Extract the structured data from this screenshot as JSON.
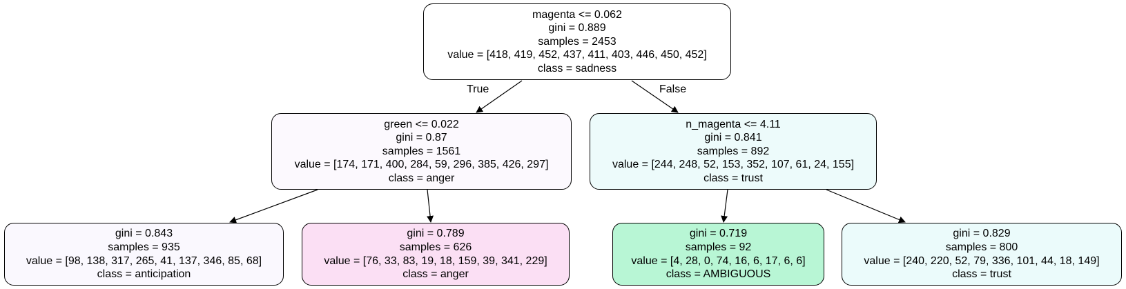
{
  "nodes": {
    "root": {
      "split": "magenta <= 0.062",
      "gini": "gini = 0.889",
      "samples": "samples = 2453",
      "value": "value = [418, 419, 452, 437, 411, 403, 446, 450, 452]",
      "class": "class = sadness",
      "fill": "#ffffff"
    },
    "left": {
      "split": "green <= 0.022",
      "gini": "gini = 0.87",
      "samples": "samples = 1561",
      "value": "value = [174, 171, 400, 284, 59, 296, 385, 426, 297]",
      "class": "class = anger",
      "fill": "#fcf9fe"
    },
    "right": {
      "split": "n_magenta <= 4.11",
      "gini": "gini = 0.841",
      "samples": "samples = 892",
      "value": "value = [244, 248, 52, 153, 352, 107, 61, 24, 155]",
      "class": "class = trust",
      "fill": "#edfbfb"
    },
    "leaf1": {
      "gini": "gini = 0.843",
      "samples": "samples = 935",
      "value": "value = [98, 138, 317, 265, 41, 137, 346, 85, 68]",
      "class": "class = anticipation",
      "fill": "#faf8fe"
    },
    "leaf2": {
      "gini": "gini = 0.789",
      "samples": "samples = 626",
      "value": "value = [76, 33, 83, 19, 18, 159, 39, 341, 229]",
      "class": "class = anger",
      "fill": "#fbdff4"
    },
    "leaf3": {
      "gini": "gini = 0.719",
      "samples": "samples = 92",
      "value": "value = [4, 28, 0, 74, 16, 6, 17, 6, 6]",
      "class": "class = AMBIGUOUS",
      "fill": "#b8f6d5"
    },
    "leaf4": {
      "gini": "gini = 0.829",
      "samples": "samples = 800",
      "value": "value = [240, 220, 52, 79, 336, 101, 44, 18, 149]",
      "class": "class = trust",
      "fill": "#ebfbfb"
    }
  },
  "edge_labels": {
    "true": "True",
    "false": "False"
  }
}
